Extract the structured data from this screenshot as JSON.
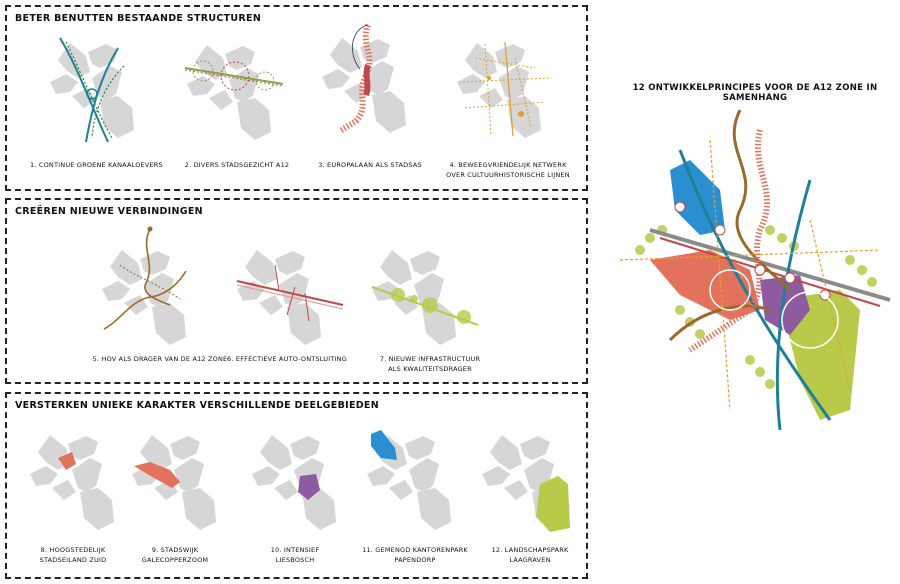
{
  "sections": [
    {
      "title": "BETER BENUTTEN BESTAANDE STRUCTUREN",
      "items": [
        {
          "line1": "1. CONTINUE GROENE KANAALOEVERS",
          "line2": ""
        },
        {
          "line1": "2. DIVERS STADSGEZICHT A12",
          "line2": ""
        },
        {
          "line1": "3. EUROPALAAN ALS STADSAS",
          "line2": ""
        },
        {
          "line1": "4. BEWEEGVRIENDELIJK NETWERK",
          "line2": "OVER CULTUURHISTORISCHE LIJNEN"
        }
      ]
    },
    {
      "title": "CREËREN NIEUWE VERBINDINGEN",
      "items": [
        {
          "line1": "5. HOV ALS DRAGER VAN DE A12 ZONE",
          "line2": ""
        },
        {
          "line1": "6. EFFECTIEVE AUTO-ONTSLUITING",
          "line2": ""
        },
        {
          "line1": "7. NIEUWE INFRASTRUCTUUR",
          "line2": "ALS KWALITEITSDRAGER"
        }
      ]
    },
    {
      "title": "VERSTERKEN UNIEKE KARAKTER VERSCHILLENDE DEELGEBIEDEN",
      "items": [
        {
          "line1": "8. HOOGSTEDELIJK",
          "line2": "STADSEILAND ZUID"
        },
        {
          "line1": "9. STADSWIJK",
          "line2": "GALECOPPERZOOM"
        },
        {
          "line1": "10. INTENSIEF",
          "line2": "LIESBOSCH"
        },
        {
          "line1": "11. GEMENGD KANTORENPARK",
          "line2": "PAPENDORP"
        },
        {
          "line1": "12. LANDSCHAPSPARK",
          "line2": "LAAGRAVEN"
        }
      ]
    }
  ],
  "overview": {
    "title": "12 ONTWIKKELPRINCIPES VOOR DE A12 ZONE IN SAMENHANG"
  },
  "colors": {
    "green_dark": "#2e7d4f",
    "teal": "#1f7f95",
    "red": "#c04848",
    "salmon": "#e2725b",
    "orange": "#e0a030",
    "brown": "#9a6a2c",
    "purple": "#8e5aa0",
    "blue": "#2a8fd0",
    "lime": "#b9c94a",
    "grey_map": "#d6d6d6"
  }
}
